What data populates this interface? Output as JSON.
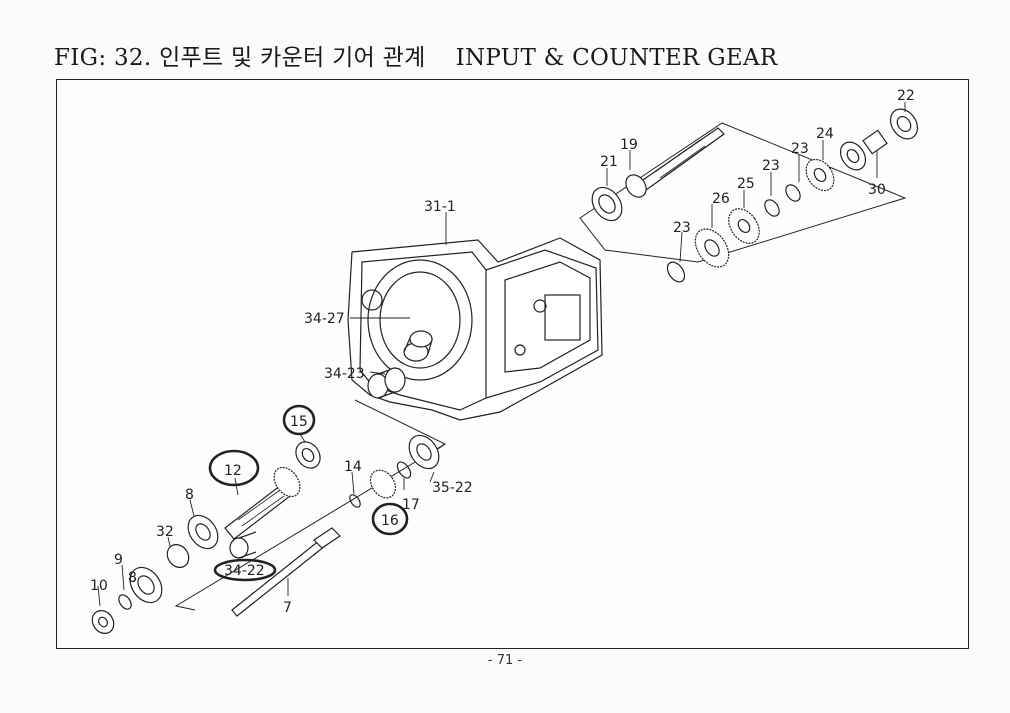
{
  "title": {
    "prefix": "FIG: 32. 인푸트 및 카운터 기어 관계",
    "english": "INPUT & COUNTER GEAR"
  },
  "labels": [
    {
      "id": "22",
      "text": "22"
    },
    {
      "id": "19",
      "text": "19"
    },
    {
      "id": "21",
      "text": "21"
    },
    {
      "id": "24",
      "text": "24"
    },
    {
      "id": "23a",
      "text": "23"
    },
    {
      "id": "23b",
      "text": "23"
    },
    {
      "id": "23c",
      "text": "23"
    },
    {
      "id": "25",
      "text": "25"
    },
    {
      "id": "26",
      "text": "26"
    },
    {
      "id": "30",
      "text": "30"
    },
    {
      "id": "31-1",
      "text": "31-1"
    },
    {
      "id": "34-27",
      "text": "34-27"
    },
    {
      "id": "34-23",
      "text": "34-23"
    },
    {
      "id": "15",
      "text": "15"
    },
    {
      "id": "12",
      "text": "12"
    },
    {
      "id": "14",
      "text": "14"
    },
    {
      "id": "35-22",
      "text": "35-22"
    },
    {
      "id": "17",
      "text": "17"
    },
    {
      "id": "16",
      "text": "16"
    },
    {
      "id": "8a",
      "text": "8"
    },
    {
      "id": "32",
      "text": "32"
    },
    {
      "id": "9",
      "text": "9"
    },
    {
      "id": "8b",
      "text": "8"
    },
    {
      "id": "10",
      "text": "10"
    },
    {
      "id": "34-22",
      "text": "34-22"
    },
    {
      "id": "7",
      "text": "7"
    }
  ],
  "page_number": "- 71 -"
}
